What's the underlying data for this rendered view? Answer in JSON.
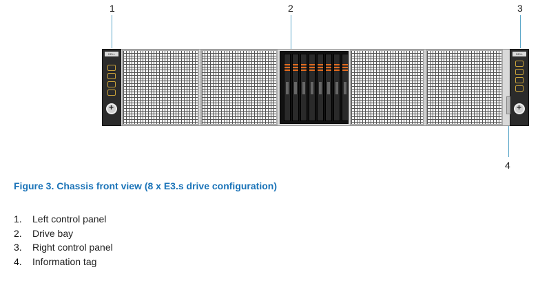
{
  "figure": {
    "callouts": [
      "1",
      "2",
      "3",
      "4"
    ],
    "bezel_logo": "DELL"
  },
  "caption": "Figure 3. Chassis front view (8 x E3.s drive configuration)",
  "legend": [
    {
      "number": "1.",
      "label": "Left control panel"
    },
    {
      "number": "2.",
      "label": "Drive bay"
    },
    {
      "number": "3.",
      "label": "Right control panel"
    },
    {
      "number": "4.",
      "label": "Information tag"
    }
  ],
  "colors": {
    "caption": "#1a73b8",
    "callout_line": "#5aa6c8",
    "drive_accent": "#e06a1e"
  }
}
